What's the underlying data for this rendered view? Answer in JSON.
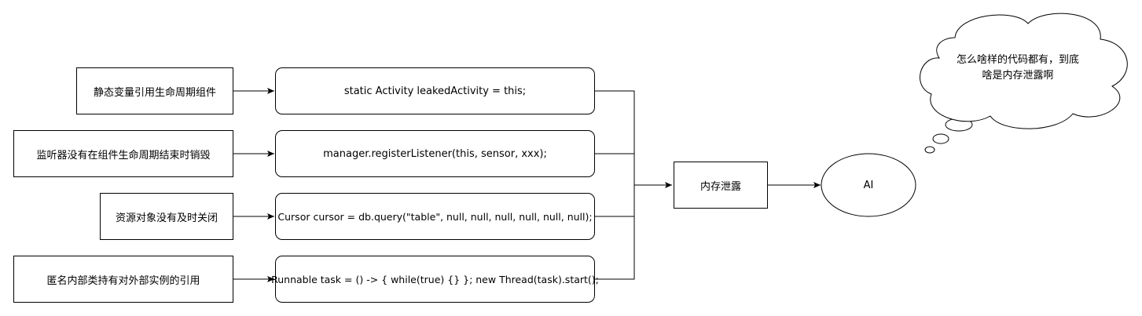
{
  "causes": [
    "静态变量引用生命周期组件",
    "监听器没有在组件生命周期结束时销毁",
    "资源对象没有及时关闭",
    "匿名内部类持有对外部实例的引用"
  ],
  "codes": [
    "static Activity leakedActivity = this;",
    "manager.registerListener(this, sensor, xxx);",
    "Cursor cursor = db.query(\"table\", null, null, null, null, null, null);",
    "Runnable task = () -> { while(true) {} }; new Thread(task).start();"
  ],
  "memory_leak": "内存泄露",
  "ai": "AI",
  "thought": {
    "line1": "怎么啥样的代码都有，到底",
    "line2": "啥是内存泄露啊"
  },
  "colors": {
    "stroke": "#000000",
    "fill": "#ffffff"
  }
}
